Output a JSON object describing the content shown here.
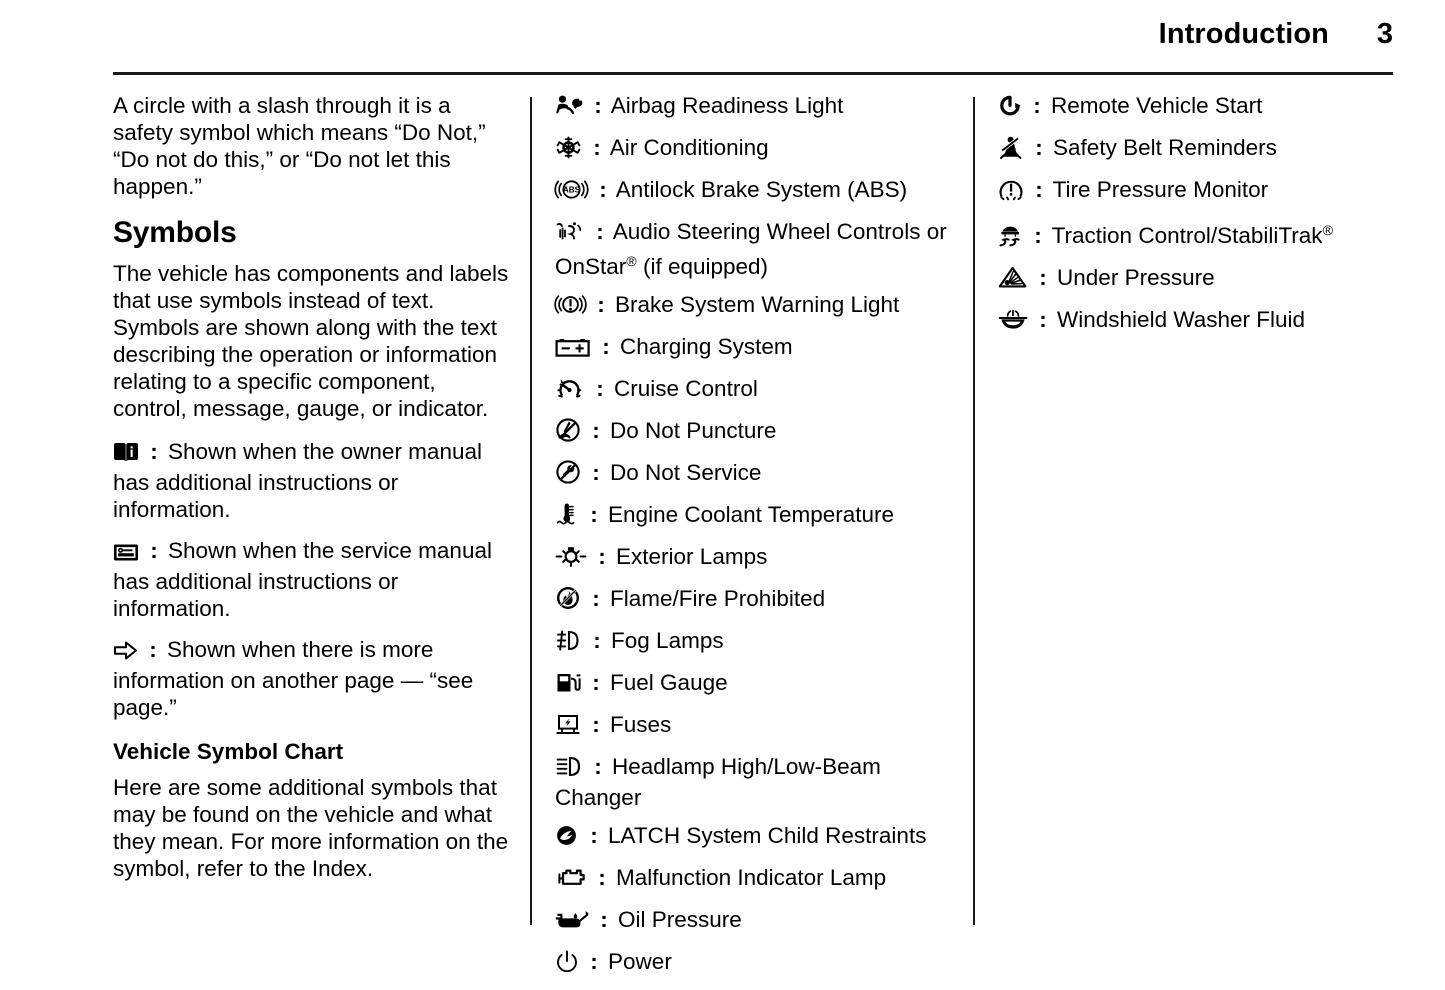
{
  "header": {
    "title": "Introduction",
    "page_number": "3"
  },
  "left_column": {
    "intro_paragraph": "A circle with a slash through it is a safety symbol which means “Do Not,” “Do not do this,” or “Do not let this happen.”",
    "symbols_heading": "Symbols",
    "symbols_paragraph": "The vehicle has components and labels that use symbols instead of text. Symbols are shown along with the text describing the operation or information relating to a specific component, control, message, gauge, or indicator.",
    "notes": [
      {
        "icon": "owner-manual-book-icon",
        "text": "Shown when the owner manual has additional instructions or information."
      },
      {
        "icon": "service-manual-book-icon",
        "text": "Shown when the service manual has additional instructions or information."
      },
      {
        "icon": "right-arrow-icon",
        "text": "Shown when there is more information on another page — “see page.”"
      }
    ],
    "chart_heading": "Vehicle Symbol Chart",
    "chart_paragraph": "Here are some additional symbols that may be found on the vehicle and what they mean. For more information on the symbol, refer to the Index."
  },
  "middle_column": {
    "items": [
      {
        "icon": "airbag-readiness-icon",
        "label": "Airbag Readiness Light"
      },
      {
        "icon": "air-conditioning-icon",
        "label": "Air Conditioning"
      },
      {
        "icon": "abs-icon",
        "label": "Antilock Brake System (ABS)"
      },
      {
        "icon": "audio-steering-wheel-controls-icon",
        "label": "Audio Steering Wheel Controls or OnStar",
        "superscript": "®",
        "label_tail": " (if equipped)"
      },
      {
        "icon": "brake-system-warning-icon",
        "label": "Brake System Warning Light"
      },
      {
        "icon": "charging-system-battery-icon",
        "label": "Charging System"
      },
      {
        "icon": "cruise-control-icon",
        "label": "Cruise Control"
      },
      {
        "icon": "do-not-puncture-icon",
        "label": "Do Not Puncture"
      },
      {
        "icon": "do-not-service-icon",
        "label": "Do Not Service"
      },
      {
        "icon": "engine-coolant-temperature-icon",
        "label": "Engine Coolant Temperature"
      },
      {
        "icon": "exterior-lamps-icon",
        "label": "Exterior Lamps"
      },
      {
        "icon": "flame-fire-prohibited-icon",
        "label": "Flame/Fire Prohibited"
      },
      {
        "icon": "fog-lamps-icon",
        "label": "Fog Lamps"
      },
      {
        "icon": "fuel-gauge-icon",
        "label": "Fuel Gauge"
      },
      {
        "icon": "fuses-icon",
        "label": "Fuses"
      },
      {
        "icon": "headlamp-high-low-beam-icon",
        "label": "Headlamp High/Low-Beam Changer"
      },
      {
        "icon": "latch-child-restraint-icon",
        "label": "LATCH System Child Restraints"
      },
      {
        "icon": "malfunction-indicator-lamp-icon",
        "label": "Malfunction Indicator Lamp"
      },
      {
        "icon": "oil-pressure-icon",
        "label": "Oil Pressure"
      },
      {
        "icon": "power-icon",
        "label": "Power"
      }
    ]
  },
  "right_column": {
    "items": [
      {
        "icon": "remote-vehicle-start-icon",
        "label": "Remote Vehicle Start"
      },
      {
        "icon": "safety-belt-reminders-icon",
        "label": "Safety Belt Reminders"
      },
      {
        "icon": "tire-pressure-monitor-icon",
        "label": "Tire Pressure Monitor"
      },
      {
        "icon": "traction-control-stabilitrak-icon",
        "label": "Traction Control/StabiliTrak",
        "superscript": "®"
      },
      {
        "icon": "under-pressure-icon",
        "label": "Under Pressure"
      },
      {
        "icon": "windshield-washer-fluid-icon",
        "label": "Windshield Washer Fluid"
      }
    ]
  },
  "colors": {
    "text": "#000000",
    "rule": "#1a1a1a",
    "background": "#ffffff"
  }
}
